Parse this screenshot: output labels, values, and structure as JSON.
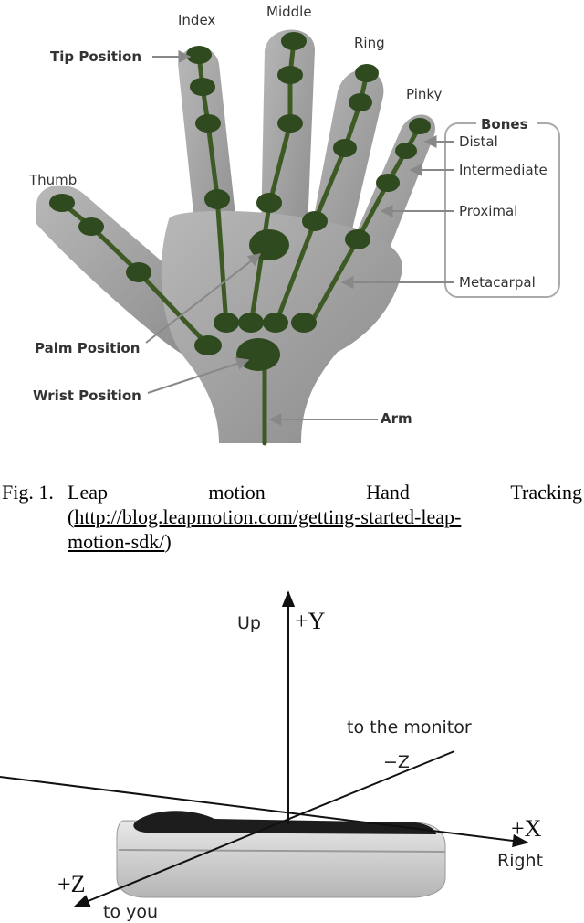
{
  "figure1": {
    "fingers": {
      "index": "Index",
      "middle": "Middle",
      "ring": "Ring",
      "pinky": "Pinky",
      "thumb": "Thumb"
    },
    "labels": {
      "tip_position": "Tip Position",
      "palm_position": "Palm Position",
      "wrist_position": "Wrist Position",
      "arm": "Arm"
    },
    "bones": {
      "title": "Bones",
      "distal": "Distal",
      "intermediate": "Intermediate",
      "proximal": "Proximal",
      "metacarpal": "Metacarpal"
    }
  },
  "caption": {
    "number": "Fig. 1.",
    "words": [
      "Leap",
      "motion",
      "Hand",
      "Tracking"
    ],
    "url_line1": "http://blog.leapmotion.com/getting-started-leap-",
    "url_line2": "motion-sdk/"
  },
  "figure2": {
    "up": "Up",
    "plus_y": "+Y",
    "to_the_monitor": "to the monitor",
    "minus_z": "−Z",
    "plus_x": "+X",
    "right": "Right",
    "plus_z": "+Z",
    "to_you": "to you"
  },
  "colors": {
    "hand_fill": "#9a9a9a",
    "joint_green": "#2f4a1e",
    "bone_line": "#3d5a25"
  }
}
